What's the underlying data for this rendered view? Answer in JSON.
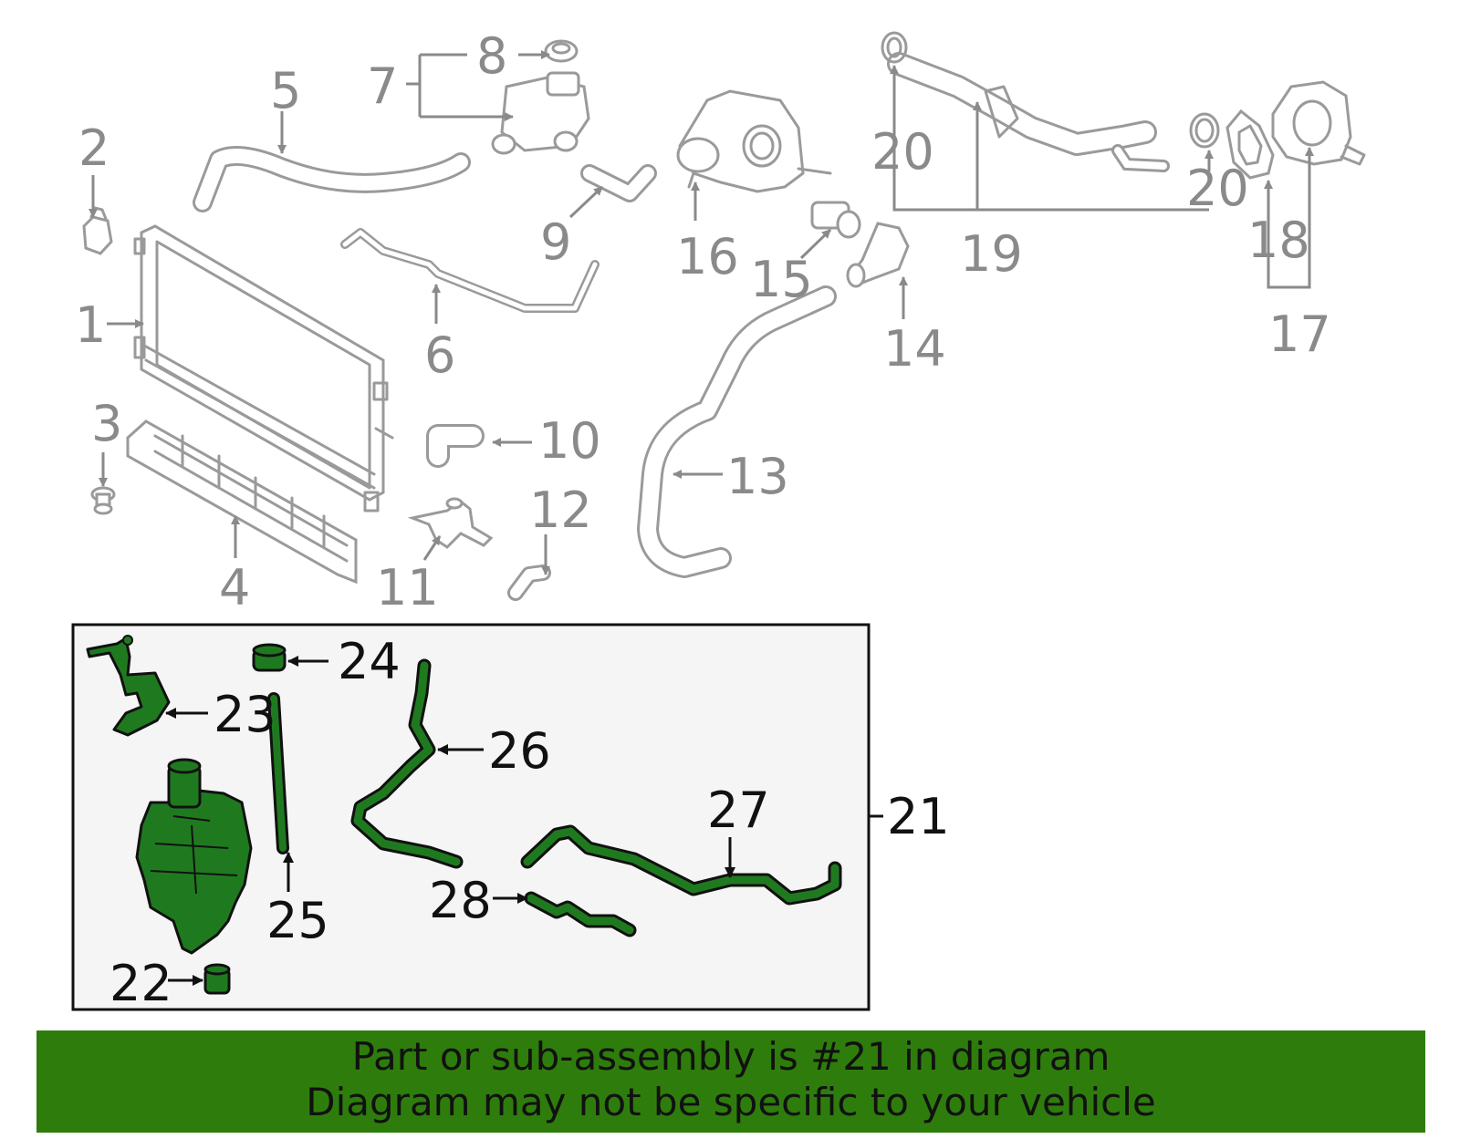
{
  "colors": {
    "background": "#ffffff",
    "highlight_green": "#1f7a1f",
    "banner_green": "#2e7d0c",
    "inset_background": "#f5f5f5",
    "gray_line": "#8a8a8a"
  },
  "callouts": {
    "c1": "1",
    "c2": "2",
    "c3": "3",
    "c4": "4",
    "c5": "5",
    "c6": "6",
    "c7": "7",
    "c8": "8",
    "c9": "9",
    "c10": "10",
    "c11": "11",
    "c12": "12",
    "c13": "13",
    "c14": "14",
    "c15": "15",
    "c16": "16",
    "c17": "17",
    "c18": "18",
    "c19": "19",
    "c20a": "20",
    "c20b": "20",
    "c21": "21",
    "c22": "22",
    "c23": "23",
    "c24": "24",
    "c25": "25",
    "c26": "26",
    "c27": "27",
    "c28": "28"
  },
  "banner": {
    "line1": "Part or sub-assembly is #21 in diagram",
    "line2": "Diagram may not be specific to your vehicle"
  }
}
